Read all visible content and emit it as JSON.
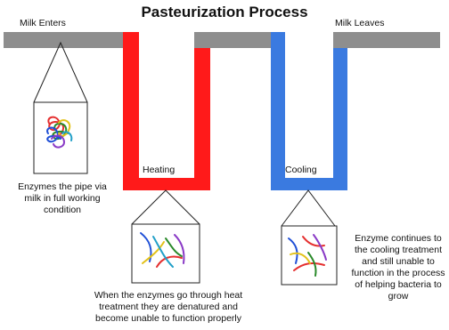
{
  "title": "Pasteurization Process",
  "labels": {
    "milk_enters": "Milk Enters",
    "milk_leaves": "Milk Leaves",
    "heating": "Heating",
    "cooling": "Cooling"
  },
  "captions": {
    "full_working": "Enzymes the pipe via milk in full working condition",
    "denatured": "When the enzymes go through heat treatment they are denatured and become unable to function properly",
    "cooling": "Enzyme continues to the cooling treatment and still unable to function in the process of helping bacteria to grow"
  },
  "colors": {
    "pipe_gray": "#8e8e8e",
    "heating_red": "#ff1a1a",
    "cooling_blue": "#3a7ae0"
  }
}
